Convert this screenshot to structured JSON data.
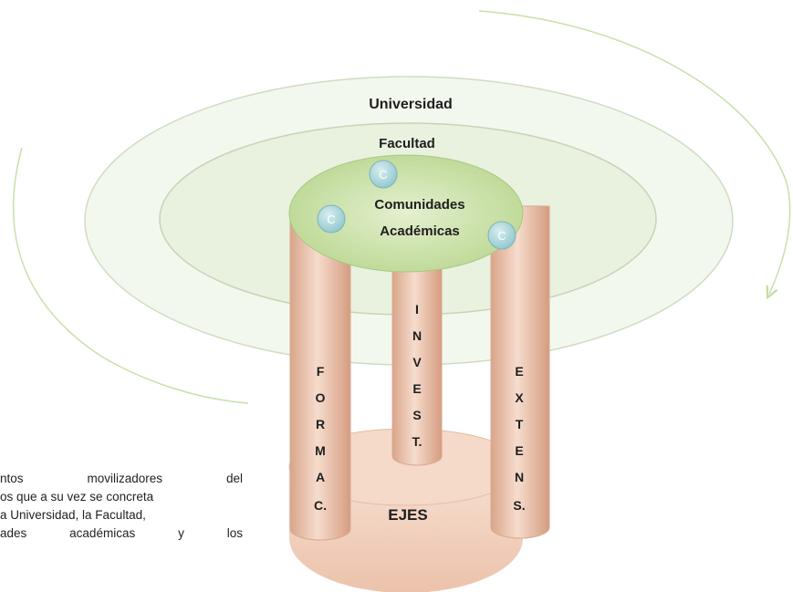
{
  "diagram": {
    "outer_ring_label": "Universidad",
    "middle_ring_label": "Facultad",
    "center_label_line1": "Comunidades",
    "center_label_line2": "Académicas",
    "community_marker": "C",
    "base_label": "EJES",
    "pillars": {
      "left": [
        "F",
        "O",
        "R",
        "M",
        "A",
        "C."
      ],
      "middle": [
        "I",
        "N",
        "V",
        "E",
        "S",
        "T."
      ],
      "right": [
        "E",
        "X",
        "T",
        "E",
        "N",
        "S."
      ]
    },
    "colors": {
      "outer_ring": "#e6efdc",
      "center_top": "#c9dfa6",
      "pillar": "#efc9b4",
      "base": "#f2d3c1",
      "arrow": "#c8dfa8"
    }
  },
  "body_text": [
    "ntos movilizadores del",
    "os que a su vez se concreta",
    "a Universidad, la Facultad,",
    "ades académicas y los"
  ]
}
